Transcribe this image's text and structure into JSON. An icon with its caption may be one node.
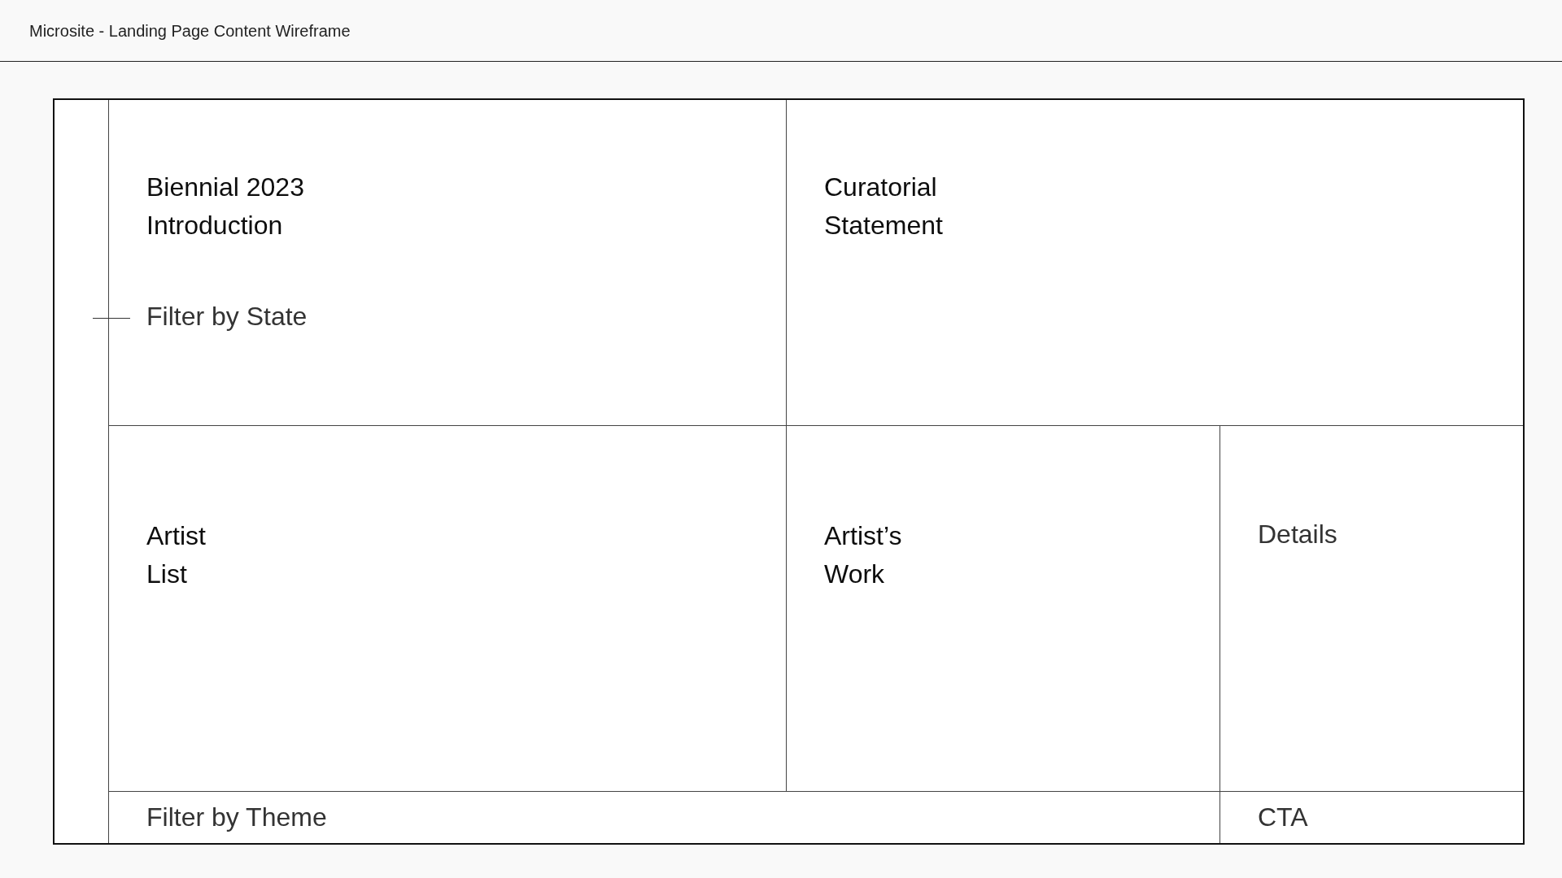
{
  "diagram": {
    "title": "Microsite - Landing Page Content Wireframe",
    "nodes": [
      {
        "text": [],
        "shape": "box"
      },
      {
        "text": [
          "Biennial 2023 Introduction",
          "Filter by State"
        ]
      },
      {
        "text": [
          "Curatorial Statement"
        ]
      },
      {
        "text": [
          "Artist List"
        ]
      },
      {
        "text": [
          "Artist’s Work"
        ]
      },
      {
        "text": [
          "Details"
        ]
      },
      {
        "text": [
          "Filter by Theme"
        ]
      },
      {
        "text": [
          "CTA"
        ]
      }
    ]
  }
}
